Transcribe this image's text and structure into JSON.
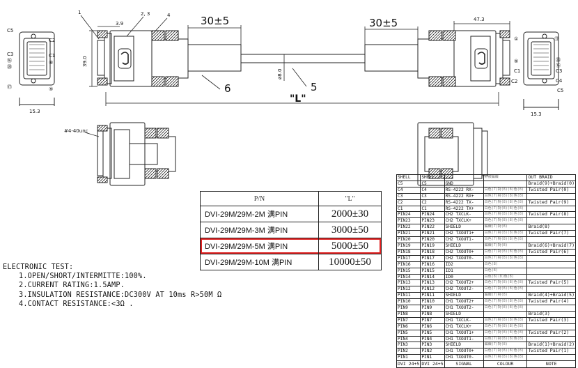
{
  "top_drawing": {
    "callouts": [
      "1",
      "2, 3",
      "4"
    ],
    "dim_3_9": "3.9",
    "dim_39_0": "39.0",
    "dim_30_left": "30±5",
    "dim_30_right": "30±5",
    "dim_47_3": "47.3",
    "dim_phi8": "ø8.0",
    "callout_6": "6",
    "callout_5": "5",
    "length_label": "\"L\"",
    "left_face": {
      "C5": "C5",
      "C2": "C2",
      "C3": "C3",
      "C1": "C1",
      "p16": "⑯",
      "p24": "⑳",
      "p8": "⑧",
      "p17": "⑰",
      "p9": "⑨",
      "dim": "15.3"
    },
    "right_face": {
      "p1": "①",
      "p17": "⑰",
      "p9": "⑨",
      "p24": "㉔",
      "p16": "⑯",
      "C1": "C1",
      "C3": "C3",
      "C2": "C2",
      "C4": "C4",
      "C5": "C5",
      "p8": "⑧",
      "dim": "15.3"
    },
    "screw_label": "#4-40unc"
  },
  "pn_table": {
    "header_pn": "P/N",
    "header_len": "\"L\"",
    "rows": [
      {
        "pn": "DVI-29M/29M-2M 满PIN",
        "len": "2000±30",
        "highlight": false
      },
      {
        "pn": "DVI-29M/29M-3M 满PIN",
        "len": "3000±50",
        "highlight": false
      },
      {
        "pn": "DVI-29M/29M-5M 满PIN",
        "len": "5000±50",
        "highlight": true
      },
      {
        "pn": "DVI-29M/29M-10M 满PIN",
        "len": "10000±50",
        "highlight": false
      }
    ],
    "highlight_color": "#e02020"
  },
  "electronic_test": {
    "title": "ELECTRONIC TEST:",
    "items": [
      "1.OPEN/SHORT/INTERMITTE:100%.",
      "2.CURRENT RATING:1.5AMP.",
      "3.INSULATION RESISTANCE:DC300V AT 10ms R>50M Ω",
      "4.CONTACT RESISTANCE:<3Ω ."
    ]
  },
  "pin_table": {
    "rows": [
      [
        "SHELL",
        "SHELL",
        "",
        "外被編織",
        "OUT BRAID"
      ],
      [
        "C5",
        "C5",
        "GND",
        "",
        "Braid(9)+Braid(0)"
      ],
      [
        "C4",
        "C4",
        "RS-4222 RX-",
        "白色(7)對(8)(8)色(8)",
        "Twisted Pair(0)"
      ],
      [
        "C3",
        "C3",
        "RS-4222 RX+",
        "白色(7)對(8)(8)色(8)",
        ""
      ],
      [
        "C2",
        "C2",
        "RS-4222 TX-",
        "白色(7)對(8)(8)色(8)",
        "Twisted Pair(9)"
      ],
      [
        "C1",
        "C1",
        "RS-4222 TX+",
        "白色(7)對(8)(8)色(8)",
        ""
      ],
      [
        "PIN24",
        "PIN24",
        "CH2 TXCLK-",
        "白色(7)對(8)(8)色(8)",
        "Twisted Pair(8)"
      ],
      [
        "PIN23",
        "PIN23",
        "CH2 TXCLK+",
        "白色(7)對(8)(8)色(8)",
        ""
      ],
      [
        "PIN22",
        "PIN22",
        "SHIELD",
        "編織(7)對(8)",
        "Braid(8)"
      ],
      [
        "PIN21",
        "PIN21",
        "CH2 TXOUT1+",
        "白色(7)對(8)(8)色(8)",
        "Twisted Pair(7)"
      ],
      [
        "PIN20",
        "PIN20",
        "CH2 TXOUT1-",
        "白色(7)對(8)(8)色(8)",
        ""
      ],
      [
        "PIN19",
        "PIN19",
        "SHIELD",
        "編織(7)對(8)",
        "Braid(6)+Braid(7)"
      ],
      [
        "PIN18",
        "PIN18",
        "CH2 TXOUT0+",
        "白色(7)對(8)(8)色(8)",
        "Twisted Pair(6)"
      ],
      [
        "PIN17",
        "PIN17",
        "CH2 TXOUT0-",
        "白色(7)對(8)(8)色(8)",
        ""
      ],
      [
        "PIN16",
        "PIN16",
        "ID2",
        "白色(8)",
        ""
      ],
      [
        "PIN15",
        "PIN15",
        "ID1",
        "白色(8)",
        ""
      ],
      [
        "PIN14",
        "PIN14",
        "ID0",
        "白色(8)(8)色(8)",
        ""
      ],
      [
        "PIN13",
        "PIN13",
        "CH2 TXOUT2+",
        "白色(7)對(8)(8)色(8)",
        "Twisted Pair(5)"
      ],
      [
        "PIN12",
        "PIN12",
        "CH2 TXOUT2-",
        "白色(7)對(8)(8)色(8)",
        ""
      ],
      [
        "PIN11",
        "PIN11",
        "SHIELD",
        "編織(7)對(8)",
        "Braid(4)+Braid(5)"
      ],
      [
        "PIN10",
        "PIN10",
        "CH1 TXOUT2+",
        "白色(7)對(8)(8)色(8)",
        "Twisted Pair(4)"
      ],
      [
        "PIN9",
        "PIN9",
        "CH1 TXOUT2-",
        "白色(7)對(8)(8)色(8)",
        ""
      ],
      [
        "PIN8",
        "PIN8",
        "SHIELD",
        "",
        "Braid(3)"
      ],
      [
        "PIN7",
        "PIN7",
        "CH1 TXCLK-",
        "白色(7)對(8)(8)色(8)",
        "Twisted Pair(3)"
      ],
      [
        "PIN6",
        "PIN6",
        "CH1 TXCLK+",
        "白色(7)對(8)(8)色(8)",
        ""
      ],
      [
        "PIN5",
        "PIN5",
        "CH1 TXOUT1+",
        "白色(7)對(8)(8)色(8)",
        "Twisted Pair(2)"
      ],
      [
        "PIN4",
        "PIN4",
        "CH1 TXOUT1-",
        "白色(7)對(8)(8)色(8)",
        ""
      ],
      [
        "PIN3",
        "PIN3",
        "SHIELD",
        "編織(7)對(8)",
        "Braid(1)+Braid(2)"
      ],
      [
        "PIN2",
        "PIN2",
        "CH1 TXOUT0+",
        "白色(7)對(8)(8)色(8)",
        "Twisted Pair(1)"
      ],
      [
        "PIN1",
        "PIN1",
        "CH1 TXOUT0-",
        "白色(7)對(8)(8)色(8)",
        ""
      ]
    ],
    "footer": [
      "DVI 24+5",
      "DVI 24+5",
      "SIGNAL",
      "COLOUR",
      "NOTE"
    ]
  }
}
